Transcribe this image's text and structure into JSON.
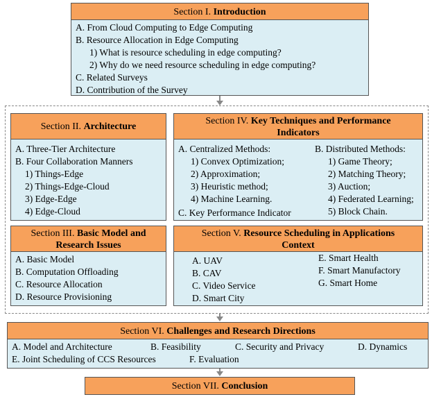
{
  "s1": {
    "prefix": "Section I.",
    "title": "Introduction",
    "items": [
      "A. From Cloud Computing to Edge Computing",
      "B. Resource Allocation in Edge Computing",
      "1) What is resource scheduling in edge computing?",
      "2) Why do we need resource scheduling in edge computing?",
      "C. Related Surveys",
      "D. Contribution of the Survey"
    ]
  },
  "s2": {
    "prefix": "Section II.",
    "title": "Architecture",
    "items": [
      "A. Three-Tier Architecture",
      "B. Four Collaboration Manners",
      "1) Things-Edge",
      "2) Things-Edge-Cloud",
      "3) Edge-Edge",
      "4) Edge-Cloud"
    ]
  },
  "s3": {
    "prefix": "Section III.",
    "title_line1": "Basic Model and",
    "title_line2": "Research Issues",
    "items": [
      "A. Basic Model",
      "B. Computation Offloading",
      "C. Resource Allocation",
      "D. Resource Provisioning"
    ]
  },
  "s4": {
    "prefix": "Section IV.",
    "title_line1": "Key Techniques and Performance",
    "title_line2": "Indicators",
    "left": [
      "A. Centralized Methods:",
      "1) Convex Optimization;",
      "2) Approximation;",
      "3) Heuristic method;",
      "4) Machine Learning.",
      "C. Key Performance Indicator"
    ],
    "right": [
      "B. Distributed Methods:",
      "1) Game Theory;",
      "2) Matching Theory;",
      "3) Auction;",
      "4) Federated Learning;",
      "5) Block Chain."
    ]
  },
  "s5": {
    "prefix": "Section V.",
    "title_line1": "Resource Scheduling  in Applications",
    "title_line2": "Context",
    "left": [
      "A. UAV",
      "B. CAV",
      "C. Video Service",
      "D. Smart City"
    ],
    "right": [
      "E. Smart Health",
      "F. Smart Manufactory",
      "G. Smart Home"
    ]
  },
  "s6": {
    "prefix": "Section VI.",
    "title": "Challenges and Research Directions",
    "items": [
      "A. Model and Architecture",
      "B. Feasibility",
      "C. Security and Privacy",
      "D. Dynamics",
      "E. Joint Scheduling of CCS Resources",
      "F. Evaluation"
    ]
  },
  "s7": {
    "prefix": "Section VII.",
    "title": "Conclusion"
  }
}
